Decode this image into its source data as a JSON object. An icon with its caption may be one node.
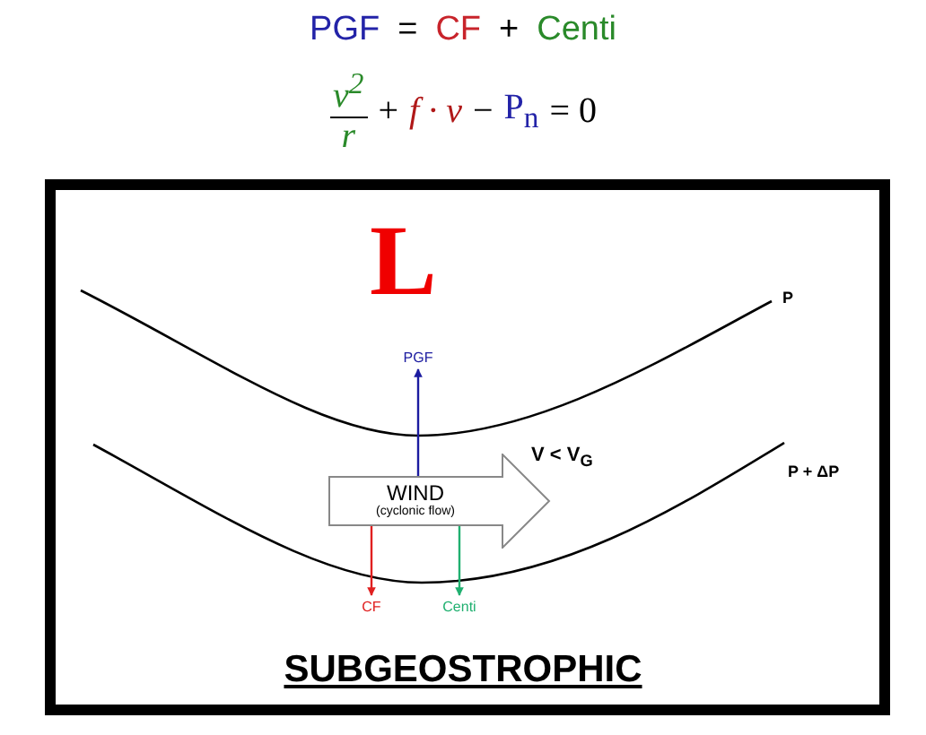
{
  "diagram": {
    "nodes": [
      {
        "text": [
          "WIND",
          "(cyclonic flow)"
        ]
      },
      {
        "text": [
          "PGF"
        ]
      },
      {
        "text": [
          "CF"
        ]
      },
      {
        "text": [
          "Centi"
        ]
      }
    ],
    "edges": [
      {
        "from": 0,
        "to": 1,
        "arrow": "to",
        "color": "#1c1ca0"
      },
      {
        "from": 0,
        "to": 2,
        "arrow": "to",
        "color": "#e02020"
      },
      {
        "from": 0,
        "to": 3,
        "arrow": "to",
        "color": "#20b070"
      }
    ],
    "title": "SUBGEOSTROPHIC",
    "labels": [
      "PGF",
      "=",
      "CF",
      "+",
      "Centi",
      "v$^{2}$",
      "r",
      "+",
      "f · v",
      "−",
      "P$_{n}$",
      "= 0",
      "L",
      "P",
      "V < V$_{G}$",
      "P + ΔP"
    ]
  }
}
